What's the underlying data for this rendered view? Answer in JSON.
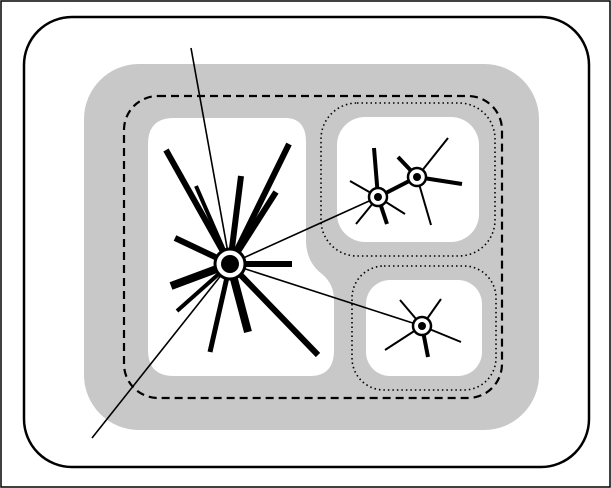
{
  "figure": {
    "colors": {
      "background": "#ffffff",
      "outer_frame": "#000000",
      "shaded_region": "#c8c8c8",
      "compartment_fill": "#ffffff",
      "stroke": "#000000"
    },
    "components": [
      "image-border",
      "outer-rounded-frame",
      "gray-band",
      "dashed-boundary",
      "left-compartment",
      "upper-right-compartment",
      "lower-right-compartment",
      "main-radial-node",
      "upper-node-a",
      "upper-node-b",
      "lower-node",
      "long-diagonal-line",
      "connector-lines"
    ]
  }
}
